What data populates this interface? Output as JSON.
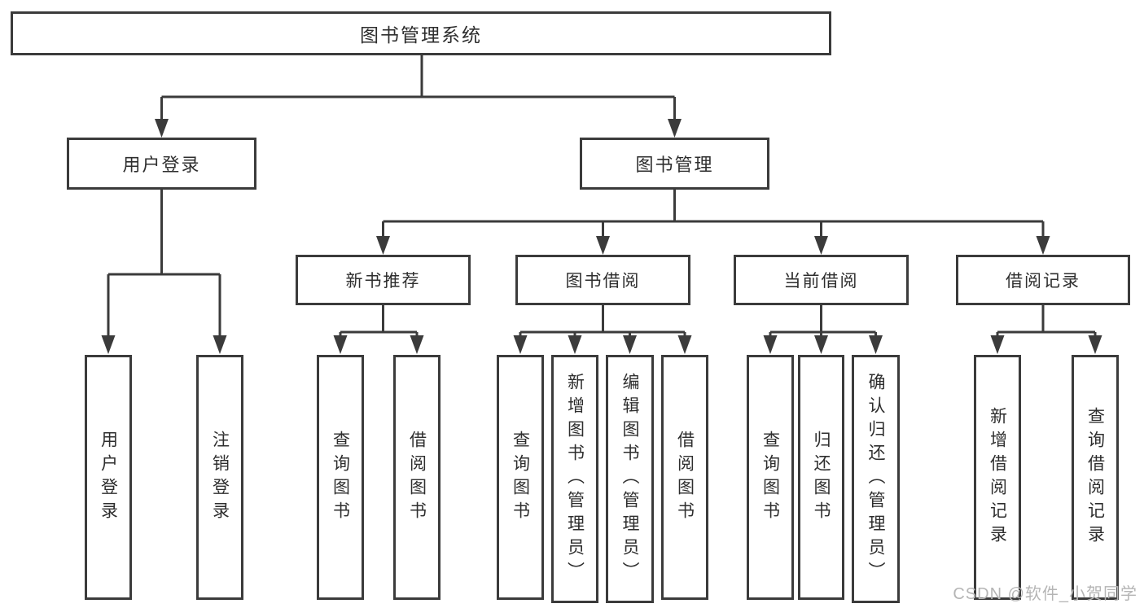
{
  "colors": {
    "line": "#3b3b3b",
    "box_border": "#3b3b3b",
    "text": "#2e2e2e",
    "background": "#ffffff",
    "watermark": "#b5b5b5"
  },
  "watermark": {
    "text": "CSDN @软件_小贺同学"
  },
  "tree": {
    "root": {
      "label": "图书管理系统"
    },
    "level2": [
      {
        "id": "user-login",
        "label": "用户登录",
        "children": [
          {
            "label": "用户登录"
          },
          {
            "label": "注销登录"
          }
        ]
      },
      {
        "id": "book-management",
        "label": "图书管理",
        "children": [
          {
            "id": "new-book-recommend",
            "label": "新书推荐",
            "children": [
              {
                "label": "查询图书"
              },
              {
                "label": "借阅图书"
              }
            ]
          },
          {
            "id": "book-borrowing",
            "label": "图书借阅",
            "children": [
              {
                "label": "查询图书"
              },
              {
                "label": "新增图书（管理员）"
              },
              {
                "label": "编辑图书（管理员）"
              },
              {
                "label": "借阅图书"
              }
            ]
          },
          {
            "id": "current-borrowing",
            "label": "当前借阅",
            "children": [
              {
                "label": "查询图书"
              },
              {
                "label": "归还图书"
              },
              {
                "label": "确认归还（管理员）"
              }
            ]
          },
          {
            "id": "borrow-records",
            "label": "借阅记录",
            "children": [
              {
                "label": "新增借阅记录"
              },
              {
                "label": "查询借阅记录"
              }
            ]
          }
        ]
      }
    ]
  }
}
